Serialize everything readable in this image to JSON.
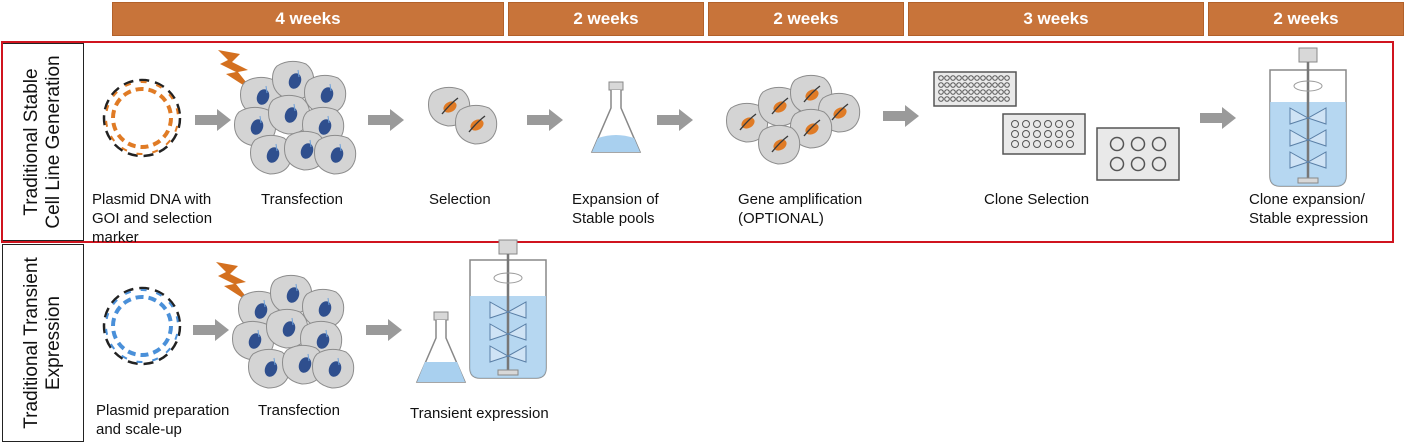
{
  "timeline": [
    {
      "label": "4 weeks"
    },
    {
      "label": "2 weeks"
    },
    {
      "label": "2 weeks"
    },
    {
      "label": "3 weeks"
    },
    {
      "label": "2 weeks"
    }
  ],
  "rows": {
    "stable": {
      "title": "Traditional Stable\nCell Line Generation",
      "steps": [
        {
          "label": "Plasmid DNA with\nGOI and selection\nmarker"
        },
        {
          "label": "Transfection"
        },
        {
          "label": "Selection"
        },
        {
          "label": "Expansion of\nStable pools"
        },
        {
          "label": "Gene amplification\n(OPTIONAL)"
        },
        {
          "label": "Clone Selection"
        },
        {
          "label": "Clone expansion/\nStable expression"
        }
      ]
    },
    "transient": {
      "title": "Traditional Transient\nExpression",
      "steps": [
        {
          "label": "Plasmid preparation\nand scale-up"
        },
        {
          "label": "Transfection"
        },
        {
          "label": "Transient expression"
        }
      ]
    }
  },
  "colors": {
    "timeline_bar": "#c8743a",
    "highlight_box": "#d0141f",
    "dna_stable": "#e07b25",
    "dna_transient": "#4a90d9",
    "arrow": "#9a9a9a",
    "cell": "#d4d4d4",
    "culture_medium": "#a9d0ef"
  }
}
